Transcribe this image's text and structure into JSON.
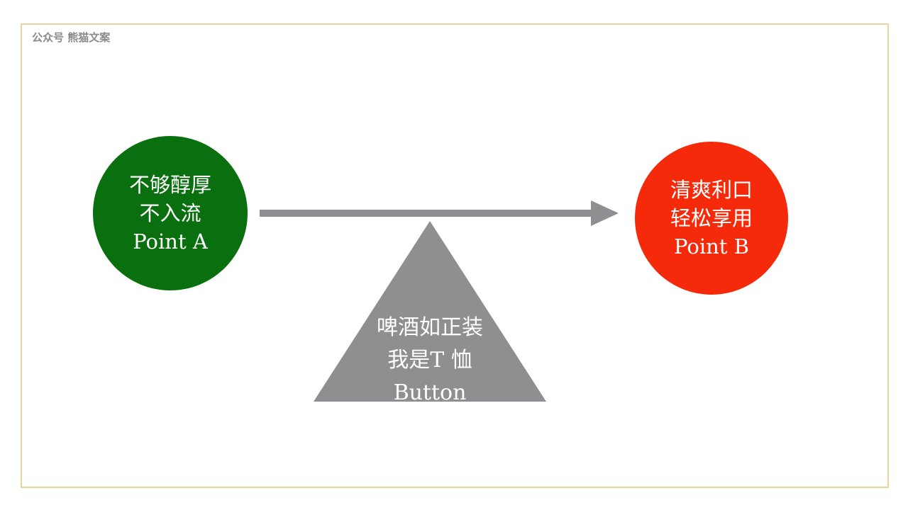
{
  "watermark": "公众号 熊猫文案",
  "point_a": {
    "line1": "不够醇厚",
    "line2": "不入流",
    "line3": "Point A",
    "color": "#0a700f"
  },
  "point_b": {
    "line1": "清爽利口",
    "line2": "轻松享用",
    "line3": "Point B",
    "color": "#f52a0a"
  },
  "fulcrum": {
    "line1": "啤酒如正装",
    "line2": "我是T 恤",
    "line3": "Button",
    "color": "#8e8f90"
  }
}
